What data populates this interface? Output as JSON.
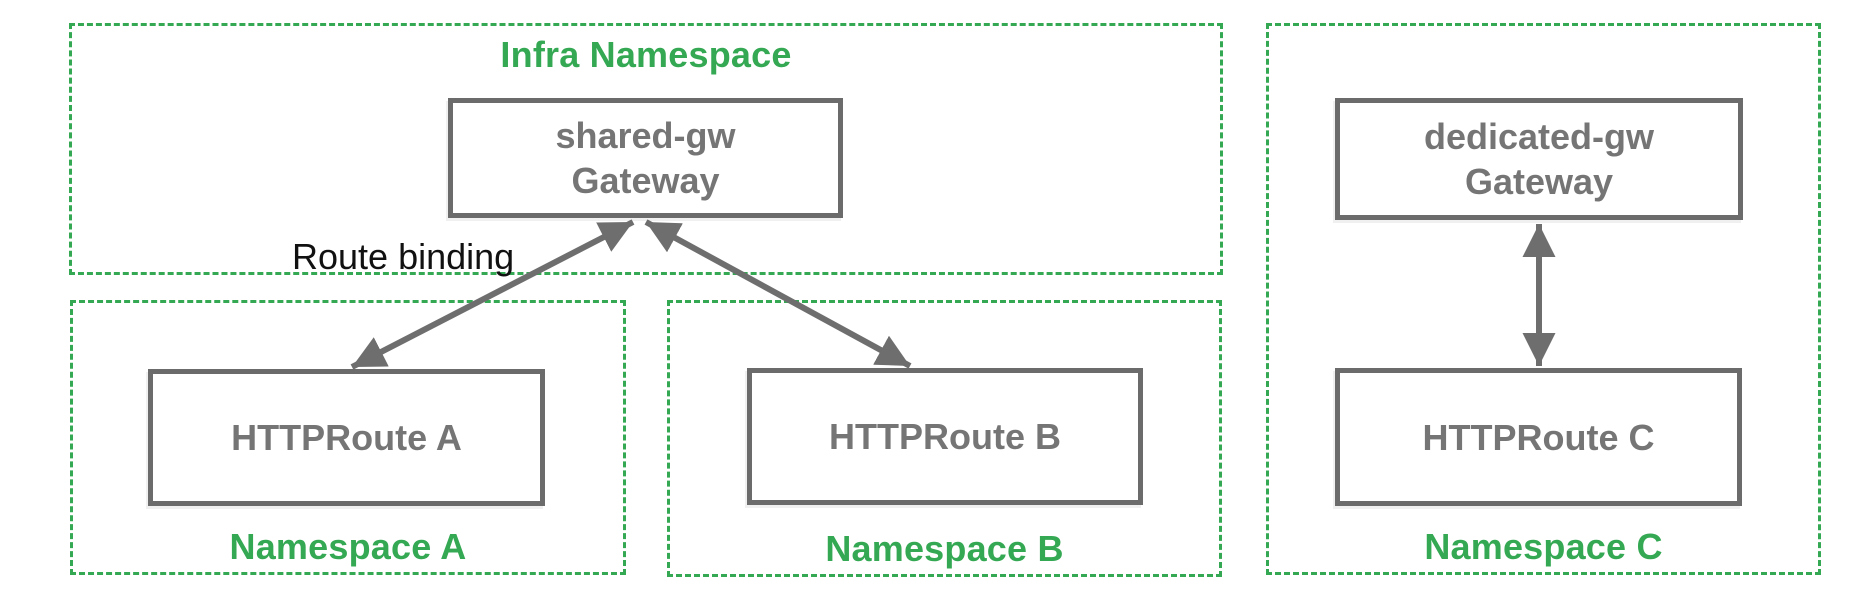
{
  "colors": {
    "namespace_green": "#34A853",
    "resource_gray": "#6B6B6B",
    "resource_text_gray": "#757575",
    "annotation_black": "#111111"
  },
  "infra_namespace": {
    "title": "Infra Namespace",
    "gateway": {
      "name": "shared-gw",
      "kind": "Gateway"
    }
  },
  "namespace_a": {
    "title": "Namespace A",
    "route": "HTTPRoute A"
  },
  "namespace_b": {
    "title": "Namespace B",
    "route": "HTTPRoute B"
  },
  "namespace_c": {
    "title": "Namespace C",
    "gateway": {
      "name": "dedicated-gw",
      "kind": "Gateway"
    },
    "route": "HTTPRoute C"
  },
  "annotations": {
    "route_binding": "Route binding"
  },
  "connections": [
    {
      "from": "HTTPRoute A",
      "to": "shared-gw Gateway",
      "bidirectional": true
    },
    {
      "from": "HTTPRoute B",
      "to": "shared-gw Gateway",
      "bidirectional": true
    },
    {
      "from": "HTTPRoute C",
      "to": "dedicated-gw Gateway",
      "bidirectional": true
    }
  ]
}
